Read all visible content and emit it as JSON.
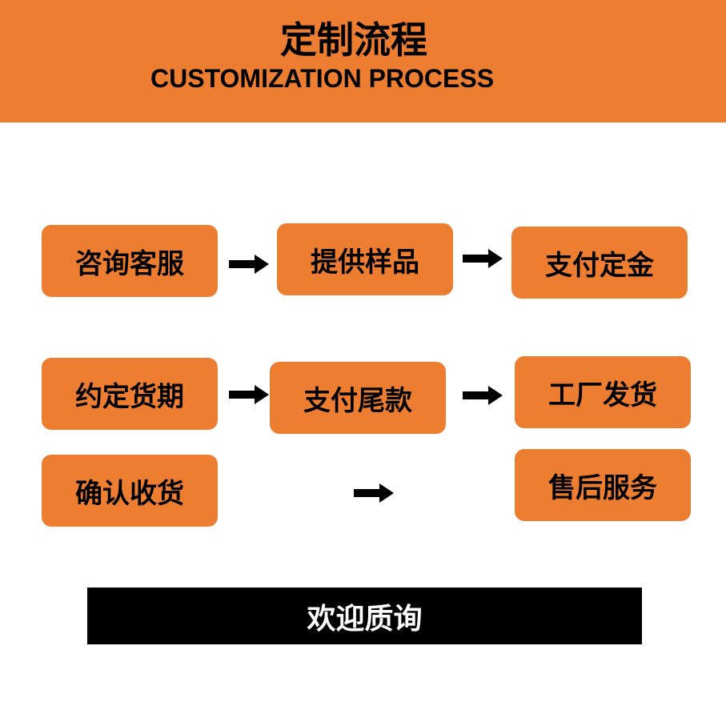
{
  "header": {
    "title_cn": "定制流程",
    "title_en": "CUSTOMIZATION PROCESS",
    "background": "#ED7D31"
  },
  "steps": [
    {
      "label": "咨询客服"
    },
    {
      "label": "提供样品"
    },
    {
      "label": "支付定金"
    },
    {
      "label": "约定货期"
    },
    {
      "label": "支付尾款"
    },
    {
      "label": "工厂发货"
    },
    {
      "label": "确认收货"
    },
    {
      "label": "售后服务"
    }
  ],
  "colors": {
    "step_fill": "#ED7D31",
    "text": "#000000",
    "cta_fill": "#000000",
    "cta_text": "#FFFFFF"
  },
  "cta": {
    "label": "欢迎质询"
  }
}
